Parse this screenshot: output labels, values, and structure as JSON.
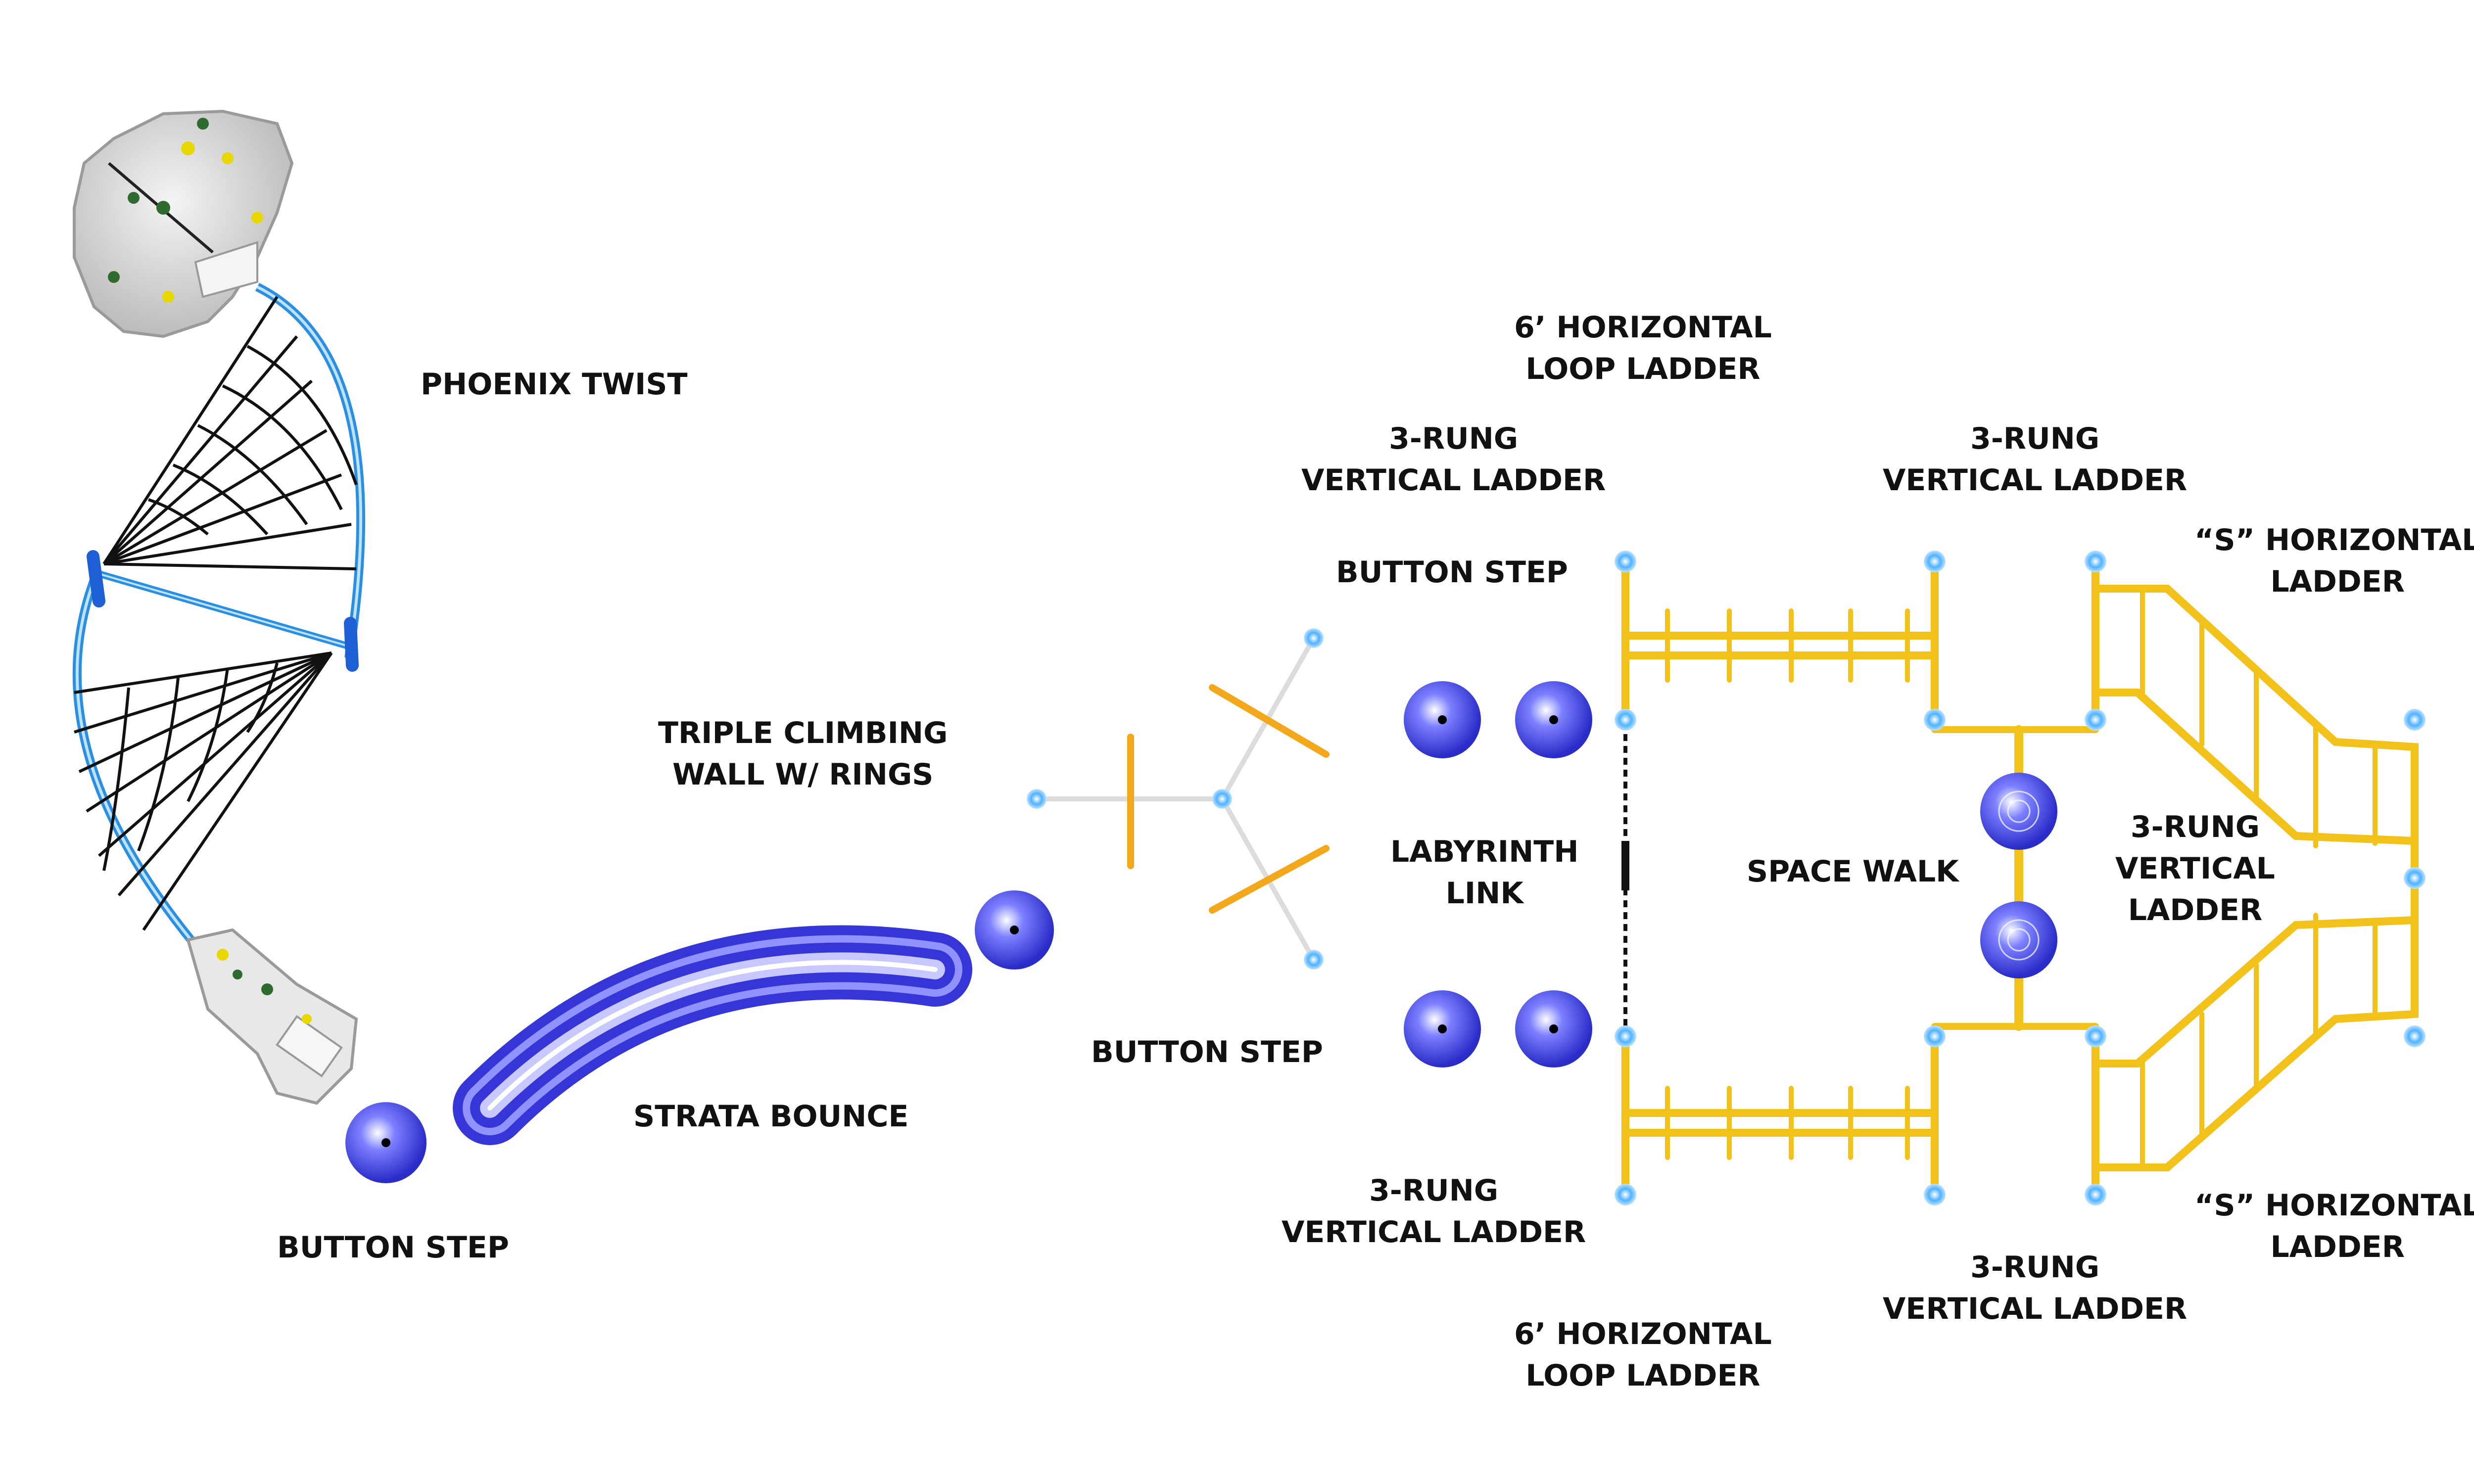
{
  "labels": {
    "phoenix_twist": "PHOENIX TWIST",
    "button_step_left": "BUTTON STEP",
    "strata_bounce": "STRATA BOUNCE",
    "triple_wall": [
      "TRIPLE CLIMBING",
      "WALL W/ RINGS"
    ],
    "button_step_bottom": "BUTTON STEP",
    "button_step_top": "BUTTON STEP",
    "horiz_loop_top": [
      "6’ HORIZONTAL",
      "LOOP LADDER"
    ],
    "vert_ladder_top_left": [
      "3-RUNG",
      "VERTICAL LADDER"
    ],
    "vert_ladder_top_right": [
      "3-RUNG",
      "VERTICAL LADDER"
    ],
    "s_ladder_top": [
      "“S” HORIZONTAL",
      "LADDER"
    ],
    "labyrinth_link": [
      "LABYRINTH",
      "LINK"
    ],
    "space_walk": "SPACE WALK",
    "vert_ladder_center": [
      "3-RUNG",
      "VERTICAL",
      "LADDER"
    ],
    "vert_ladder_bottom_left": [
      "3-RUNG",
      "VERTICAL LADDER"
    ],
    "vert_ladder_bottom_right": [
      "3-RUNG",
      "VERTICAL LADDER"
    ],
    "s_ladder_bottom": [
      "“S” HORIZONTAL",
      "LADDER"
    ],
    "horiz_loop_bottom": [
      "6’ HORIZONTAL",
      "LOOP LADDER"
    ]
  },
  "colors": {
    "rail_blue": "#2a8fe0",
    "button_blue": "#3a3ee0",
    "ladder_yellow": "#f2c21a",
    "net_black": "#111111",
    "rock_gray": "#d9d9d9"
  }
}
